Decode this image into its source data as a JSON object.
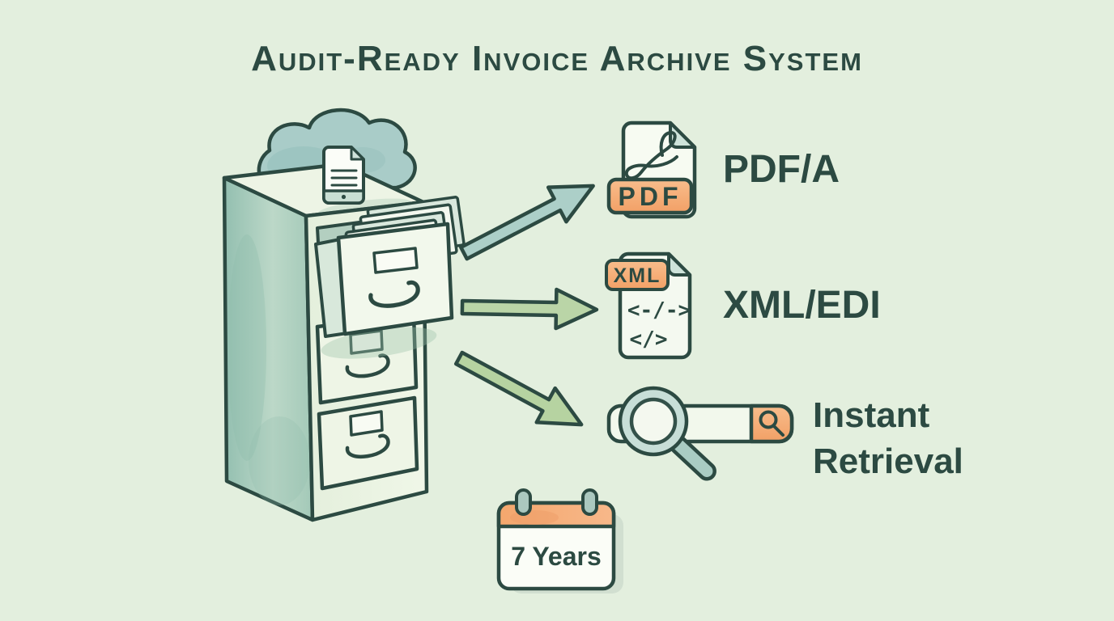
{
  "title": "Audit-Ready Invoice Archive System",
  "colors": {
    "background": "#E3EFDE",
    "ink": "#2C4A42",
    "teal": "#A9CCC6",
    "sage_green": "#B7D3A4",
    "orange": "#F5AC79",
    "paper": "#F4F9F0"
  },
  "archive_source": {
    "icons": [
      "cloud-icon",
      "uploaded-document-icon",
      "filing-cabinet-icon"
    ]
  },
  "outputs": [
    {
      "icon": "pdf-file-icon",
      "badge": "PDF",
      "label": "PDF/A"
    },
    {
      "icon": "xml-file-icon",
      "badge": "XML",
      "code_lines": [
        "<-/->",
        "</>"
      ],
      "label": "XML/EDI"
    },
    {
      "icon": "search-magnifier-icon",
      "label_line1": "Instant",
      "label_line2": "Retrieval"
    }
  ],
  "retention": {
    "icon": "calendar-icon",
    "label": "7 Years"
  }
}
